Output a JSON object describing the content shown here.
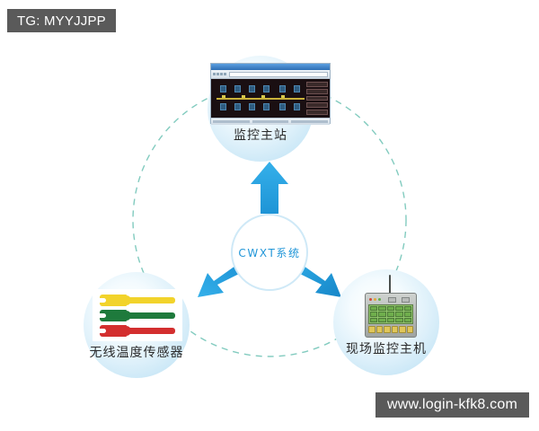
{
  "watermarks": {
    "tag": "TG: MYYJJPP",
    "site": "www.login-kfk8.com"
  },
  "diagram": {
    "hub": {
      "label": "CWXT系统",
      "text_color": "#2196d8",
      "border_color": "#cfe9f7"
    },
    "accent_color": "#29a3e0",
    "ring_color": "#6cc2b4",
    "node_color": "#c7e6f6",
    "nodes": [
      {
        "id": "master",
        "label": "监控主站",
        "icon": "desktop-monitor-icon",
        "position": "top"
      },
      {
        "id": "sensor",
        "label": "无线温度传感器",
        "icon": "wireless-temperature-sensor-icon",
        "position": "bottom-left"
      },
      {
        "id": "host",
        "label": "现场监控主机",
        "icon": "field-monitoring-host-icon",
        "position": "bottom-right"
      }
    ],
    "arrows": [
      {
        "id": "hub-to-master",
        "direction": "up",
        "color": "#29a3e0"
      },
      {
        "id": "hub-to-sensor",
        "direction": "down-left",
        "color": "#29a3e0"
      },
      {
        "id": "hub-to-host",
        "direction": "down-right",
        "color": "#1a8fd0"
      }
    ],
    "monitor_artwork": {
      "titlebar_text": "",
      "screen_background": "#1a0f12"
    },
    "sensor_artwork": {
      "clamps": [
        {
          "id": "clamp-yellow",
          "color": "#f2d32b"
        },
        {
          "id": "clamp-green",
          "color": "#1e7a3c"
        },
        {
          "id": "clamp-red",
          "color": "#d32f2f"
        }
      ]
    },
    "host_artwork": {
      "leds": [
        {
          "id": "led-red",
          "color": "#d14a3a"
        },
        {
          "id": "led-amber",
          "color": "#e0a83a"
        },
        {
          "id": "led-green",
          "color": "#63b04a"
        }
      ],
      "lcd_color": "#8fc46a",
      "key_color": "#e0c65a"
    }
  }
}
